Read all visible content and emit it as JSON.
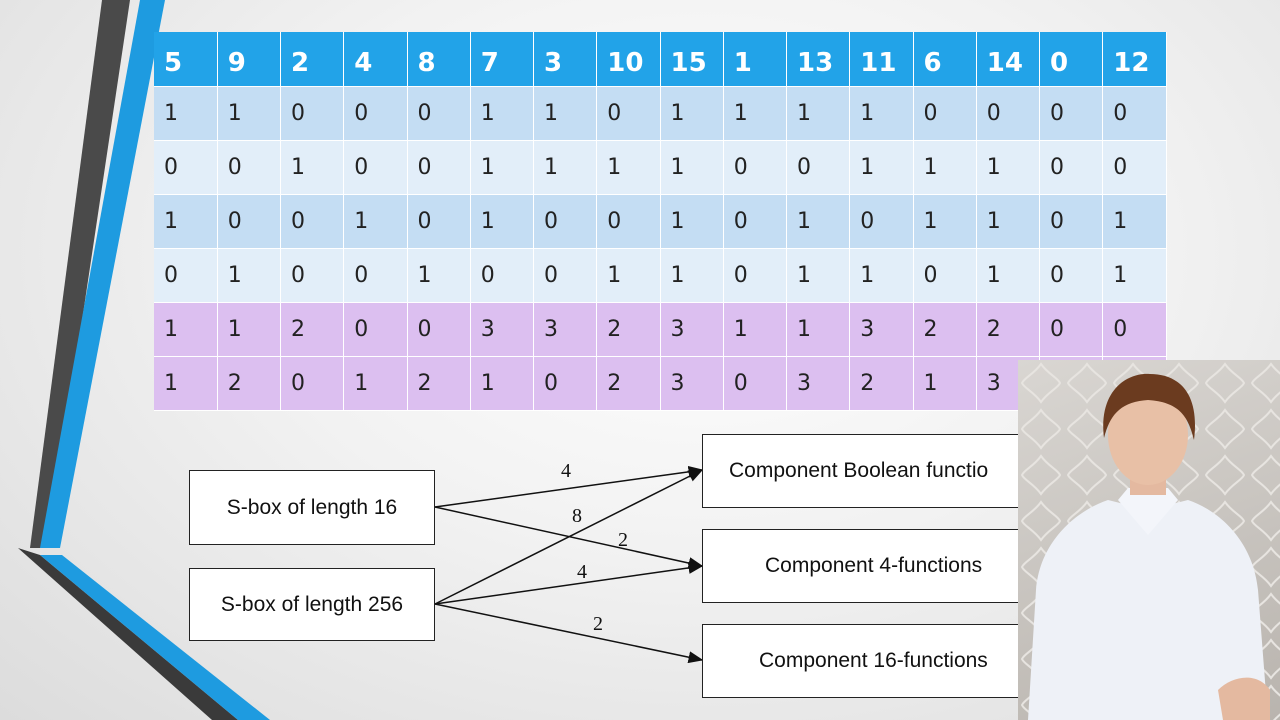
{
  "table": {
    "header": [
      "5",
      "9",
      "2",
      "4",
      "8",
      "7",
      "3",
      "10",
      "15",
      "1",
      "13",
      "11",
      "6",
      "14",
      "0",
      "12"
    ],
    "rows": [
      {
        "style": "blue-dark",
        "cells": [
          "1",
          "1",
          "0",
          "0",
          "0",
          "1",
          "1",
          "0",
          "1",
          "1",
          "1",
          "1",
          "0",
          "0",
          "0",
          "0"
        ]
      },
      {
        "style": "blue-light",
        "cells": [
          "0",
          "0",
          "1",
          "0",
          "0",
          "1",
          "1",
          "1",
          "1",
          "0",
          "0",
          "1",
          "1",
          "1",
          "0",
          "0"
        ]
      },
      {
        "style": "blue-dark",
        "cells": [
          "1",
          "0",
          "0",
          "1",
          "0",
          "1",
          "0",
          "0",
          "1",
          "0",
          "1",
          "0",
          "1",
          "1",
          "0",
          "1"
        ]
      },
      {
        "style": "blue-light",
        "cells": [
          "0",
          "1",
          "0",
          "0",
          "1",
          "0",
          "0",
          "1",
          "1",
          "0",
          "1",
          "1",
          "0",
          "1",
          "0",
          "1"
        ]
      },
      {
        "style": "purple",
        "cells": [
          "1",
          "1",
          "2",
          "0",
          "0",
          "3",
          "3",
          "2",
          "3",
          "1",
          "1",
          "3",
          "2",
          "2",
          "0",
          "0"
        ]
      },
      {
        "style": "purple",
        "cells": [
          "1",
          "2",
          "0",
          "1",
          "2",
          "1",
          "0",
          "2",
          "3",
          "0",
          "3",
          "2",
          "1",
          "3",
          "",
          ""
        ]
      }
    ]
  },
  "diagram": {
    "sbox16": "S-box of length 16",
    "sbox256": "S-box of length 256",
    "comp_boolean": "Component Boolean functio",
    "comp_4": "Component 4-functions",
    "comp_16": "Component 16-functions",
    "labels": {
      "a": "4",
      "b": "8",
      "c": "2",
      "d": "4",
      "e": "2"
    }
  },
  "colors": {
    "header": "#22a3e8",
    "accent_stripe": "#1e9be0",
    "dark_stripe": "#3a3a3a",
    "purple_row": "#dcbff0"
  }
}
